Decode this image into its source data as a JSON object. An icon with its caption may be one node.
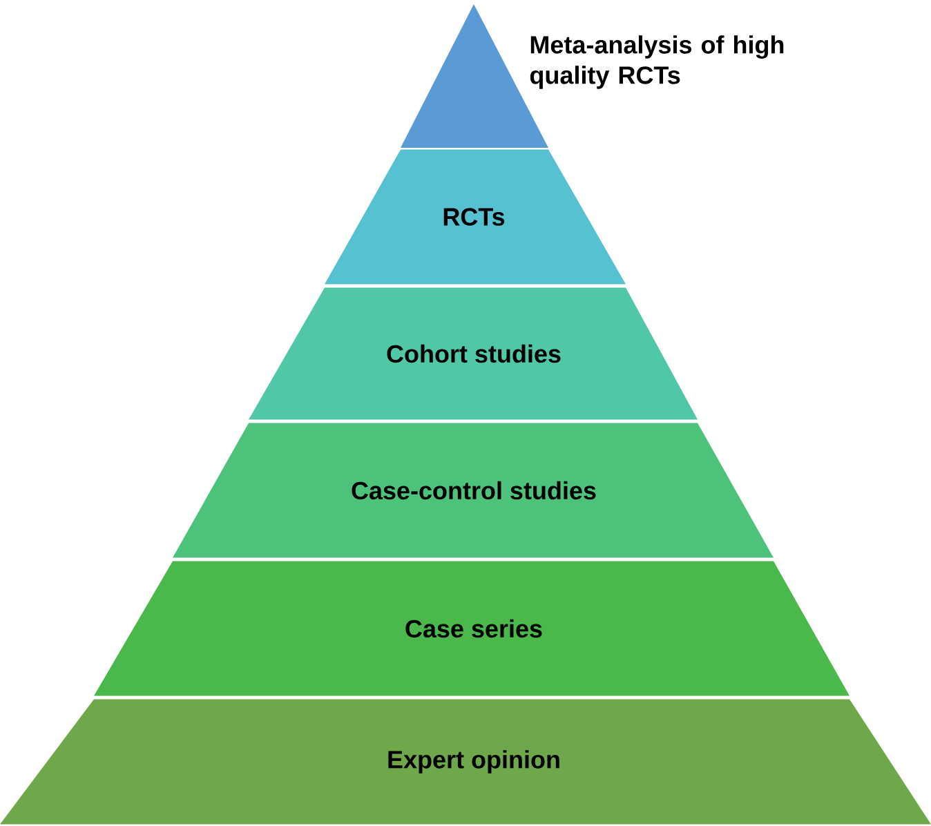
{
  "diagram": {
    "nodes": [
      {
        "text": [
          "Meta-analysis of high quality RCTs"
        ]
      },
      {
        "text": [
          "RCTs"
        ]
      },
      {
        "text": [
          "Cohort studies"
        ]
      },
      {
        "text": [
          "Case-control studies"
        ]
      },
      {
        "text": [
          "Case series"
        ]
      },
      {
        "text": [
          "Expert opinion"
        ]
      }
    ]
  }
}
